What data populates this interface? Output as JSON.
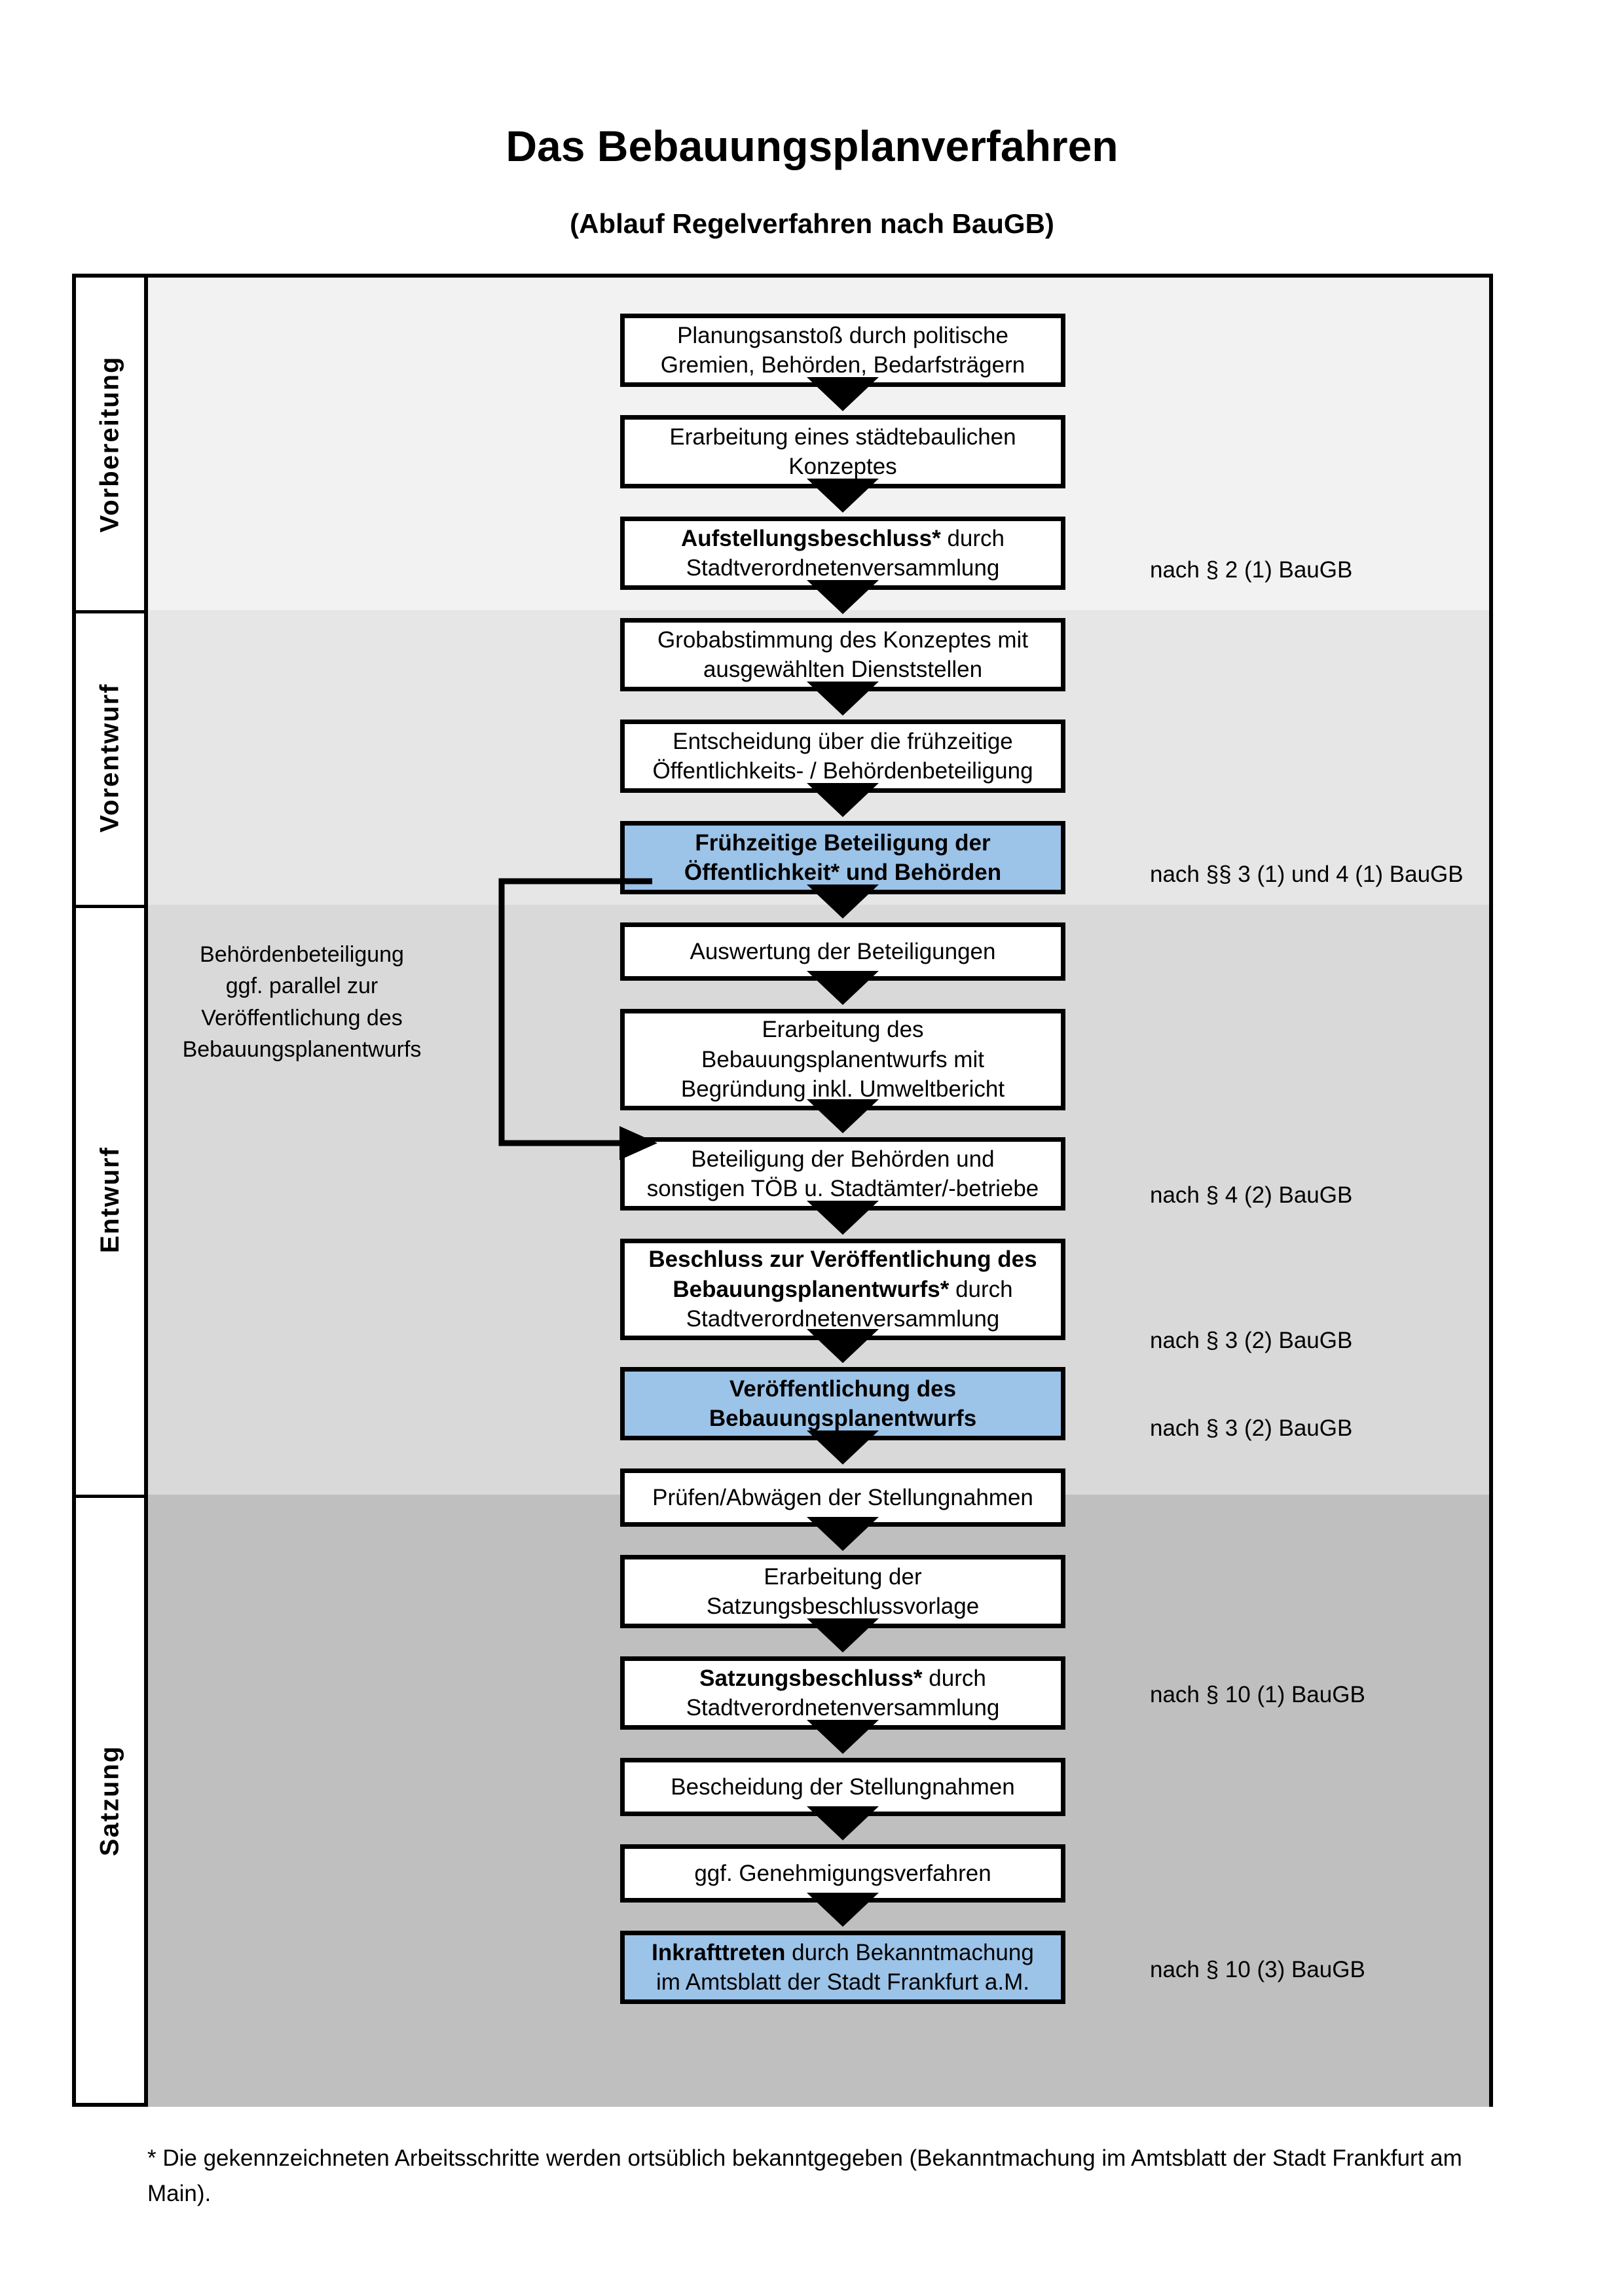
{
  "document": {
    "title": "Das Bebauungsplanverfahren",
    "subtitle": "(Ablauf Regelverfahren nach BauGB)",
    "footnote": "* Die gekennzeichneten Arbeitsschritte werden ortsüblich bekanntgegeben (Bekanntmachung im Amtsblatt  der Stadt Frankfurt am Main)."
  },
  "colors": {
    "highlight_blue": "#9cc3e8",
    "band_vorbereitung": "#f2f2f2",
    "band_vorentwurf": "#e6e6e6",
    "band_entwurf": "#d9d9d9",
    "band_satzung": "#bfbfbf",
    "line": "#000000"
  },
  "phases": [
    {
      "label": "Vorbereitung"
    },
    {
      "label": "Vorentwurf"
    },
    {
      "label": "Entwurf"
    },
    {
      "label": "Satzung"
    }
  ],
  "steps": [
    {
      "id": "planungsanstoss",
      "lines": [
        "Planungsanstoß durch politische",
        "Gremien, Behörden, Bedarfsträgern"
      ],
      "bold_prefix": "",
      "highlight": false
    },
    {
      "id": "staedtebauliches-konzept",
      "lines": [
        "Erarbeitung eines städtebaulichen",
        "Konzeptes"
      ],
      "bold_prefix": "",
      "highlight": false
    },
    {
      "id": "aufstellungsbeschluss",
      "lines": [
        "Aufstellungsbeschluss* durch",
        "Stadtverordnetenversammlung"
      ],
      "bold_prefix": "Aufstellungsbeschluss*",
      "highlight": false
    },
    {
      "id": "grobabstimmung",
      "lines": [
        "Grobabstimmung des Konzeptes mit",
        "ausgewählten Dienststellen"
      ],
      "bold_prefix": "",
      "highlight": false
    },
    {
      "id": "entscheidung-fruehzeitige",
      "lines": [
        "Entscheidung über die frühzeitige",
        "Öffentlichkeits- / Behördenbeteiligung"
      ],
      "bold_prefix": "",
      "highlight": false
    },
    {
      "id": "fruehzeitige-beteiligung",
      "lines": [
        "Frühzeitige Beteiligung der",
        "Öffentlichkeit* und Behörden"
      ],
      "bold_prefix": "ALL",
      "highlight": true
    },
    {
      "id": "auswertung-beteiligungen",
      "lines": [
        "Auswertung der Beteiligungen"
      ],
      "bold_prefix": "",
      "highlight": false
    },
    {
      "id": "erarbeitung-entwurf",
      "lines": [
        "Erarbeitung des",
        "Bebauungsplanentwurfs mit",
        "Begründung inkl. Umweltbericht"
      ],
      "bold_prefix": "",
      "highlight": false
    },
    {
      "id": "beteiligung-behoerden",
      "lines": [
        "Beteiligung der Behörden und",
        "sonstigen TÖB u. Stadtämter/-betriebe"
      ],
      "bold_prefix": "",
      "highlight": false
    },
    {
      "id": "beschluss-veroeffentlichung",
      "lines": [
        "Beschluss zur Veröffentlichung des",
        "Bebauungsplanentwurfs* durch",
        "Stadtverordnetenversammlung"
      ],
      "bold_prefix": "Beschluss zur Veröffentlichung des Bebauungsplanentwurfs*",
      "highlight": false
    },
    {
      "id": "veroeffentlichung-entwurf",
      "lines": [
        "Veröffentlichung des",
        "Bebauungsplanentwurfs"
      ],
      "bold_prefix": "ALL",
      "highlight": true
    },
    {
      "id": "pruefen-abwaegen",
      "lines": [
        "Prüfen/Abwägen der Stellungnahmen"
      ],
      "bold_prefix": "",
      "highlight": false
    },
    {
      "id": "satzungsbeschlussvorlage",
      "lines": [
        "Erarbeitung der",
        "Satzungsbeschlussvorlage"
      ],
      "bold_prefix": "",
      "highlight": false
    },
    {
      "id": "satzungsbeschluss",
      "lines": [
        "Satzungsbeschluss* durch",
        "Stadtverordnetenversammlung"
      ],
      "bold_prefix": "Satzungsbeschluss*",
      "highlight": false
    },
    {
      "id": "bescheidung-stellungnahmen",
      "lines": [
        "Bescheidung der Stellungnahmen"
      ],
      "bold_prefix": "",
      "highlight": false
    },
    {
      "id": "genehmigungsverfahren",
      "lines": [
        "ggf. Genehmigungsverfahren"
      ],
      "bold_prefix": "",
      "highlight": false
    },
    {
      "id": "inkrafttreten",
      "lines": [
        "Inkrafttreten durch Bekanntmachung",
        "im Amtsblatt der Stadt Frankfurt a.M."
      ],
      "bold_prefix": "Inkrafttreten",
      "highlight": true
    }
  ],
  "side_note": {
    "lines": [
      "Behördenbeteiligung",
      "ggf. parallel zur",
      "Veröffentlichung des",
      "Bebauungsplanentwurfs"
    ]
  },
  "legal_refs": [
    {
      "id": "ref-aufstellungsbeschluss",
      "text": "nach § 2 (1) BauGB"
    },
    {
      "id": "ref-fruehzeitige-beteiligung",
      "text": "nach §§ 3 (1) und 4 (1) BauGB"
    },
    {
      "id": "ref-beteiligung-behoerden",
      "text": "nach § 4 (2) BauGB"
    },
    {
      "id": "ref-beschluss-veroeffentlichung",
      "text": "nach § 3 (2) BauGB"
    },
    {
      "id": "ref-veroeffentlichung",
      "text": "nach § 3 (2) BauGB"
    },
    {
      "id": "ref-satzungsbeschluss",
      "text": "nach § 10 (1) BauGB"
    },
    {
      "id": "ref-inkrafttreten",
      "text": "nach § 10 (3) BauGB"
    }
  ]
}
